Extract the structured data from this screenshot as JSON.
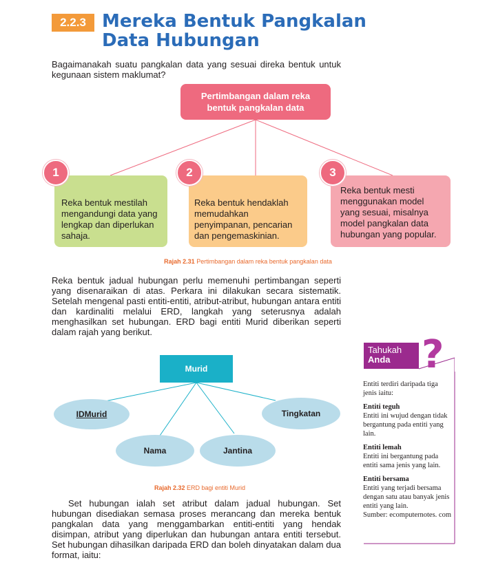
{
  "section": {
    "number": "2.2.3",
    "title_line1": "Mereka Bentuk Pangkalan",
    "title_line2": "Data Hubungan"
  },
  "intro": "Bagaimanakah suatu pangkalan data yang sesuai direka bentuk untuk kegunaan sistem maklumat?",
  "diagram1": {
    "top_line1": "Pertimbangan dalam reka",
    "top_line2": "bentuk pangkalan data",
    "cards": [
      {
        "num": "1",
        "text": "Reka bentuk mestilah mengandungi data yang lengkap dan diperlukan sahaja.",
        "color": "#c9df8f"
      },
      {
        "num": "2",
        "text": "Reka bentuk hendaklah memudahkan penyimpanan, pencarian dan pengemaskinian.",
        "color": "#fbcb8a"
      },
      {
        "num": "3",
        "text": "Reka bentuk mesti menggunakan model yang sesuai, misalnya model pangkalan data hubungan yang popular.",
        "color": "#f5a7b0"
      }
    ],
    "caption_label": "Rajah 2.31",
    "caption_text": "Pertimbangan dalam reka bentuk pangkalan data"
  },
  "para2": "Reka bentuk jadual hubungan perlu memenuhi pertimbangan seperti yang disenaraikan di atas. Perkara ini dilakukan secara sistematik. Setelah mengenal pasti entiti-entiti, atribut-atribut, hubungan antara entiti dan kardinaliti melalui ERD, langkah yang seterusnya adalah menghasilkan set hubungan. ERD bagi entiti Murid diberikan seperti dalam rajah yang berikut.",
  "erd": {
    "entity": "Murid",
    "attributes": [
      "IDMurid",
      "Nama",
      "Jantina",
      "Tingkatan"
    ],
    "caption_label": "Rajah 2.32",
    "caption_text": "ERD bagi entiti Murid"
  },
  "para3": "Set hubungan ialah set atribut dalam jadual hubungan. Set hubungan disediakan semasa proses merancang dan mereka bentuk pangkalan data yang menggambarkan entiti-entiti yang hendak disimpan, atribut yang diperlukan dan hubungan antara entiti tersebut. Set hubungan dihasilkan daripada ERD dan boleh dinyatakan dalam dua format, iaitu:",
  "tahukah": {
    "head1": "Tahukah",
    "head2": "Anda",
    "mark": "?",
    "intro": "Entiti terdiri daripada tiga jenis iaitu:",
    "items": [
      {
        "title": "Entiti teguh",
        "desc": "Entiti ini wujud dengan tidak bergantung pada entiti yang lain."
      },
      {
        "title": "Entiti lemah",
        "desc": "Entiti ini bergantung pada entiti sama jenis yang lain."
      },
      {
        "title": "Entiti bersama",
        "desc": "Entiti yang terjadi bersama dengan satu atau banyak jenis entiti yang lain."
      }
    ],
    "source": "Sumber: ecomputernotes. com"
  }
}
